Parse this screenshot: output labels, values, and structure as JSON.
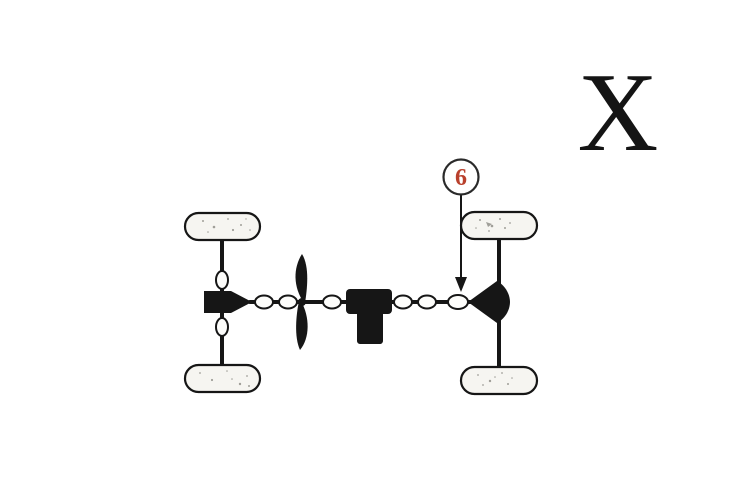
{
  "page": {
    "background_color": "#ffffff",
    "kind": "vehicle-drivetrain-quiz-diagram"
  },
  "answer": {
    "letter": "X",
    "color": "#141414"
  },
  "callout": {
    "number": "6",
    "number_color": "#b9402c",
    "circle_stroke": "#2a2a2a",
    "points_to": "universal-joint-before-rear-final-drive"
  },
  "diagram": {
    "ink_color": "#161616",
    "wheel_fill_color": "#f6f5f1",
    "parts": [
      "front-left-wheel",
      "front-right-wheel",
      "rear-left-wheel",
      "rear-right-wheel",
      "front-axle",
      "front-axle-joint-upper",
      "front-axle-joint-lower",
      "front-final-drive",
      "drive-shaft",
      "shaft-joint-1",
      "shaft-joint-2",
      "flexible-coupling",
      "shaft-joint-3",
      "engine-gearbox-block",
      "shaft-joint-4",
      "shaft-joint-5",
      "shaft-joint-6",
      "rear-final-drive",
      "rear-axle"
    ]
  }
}
